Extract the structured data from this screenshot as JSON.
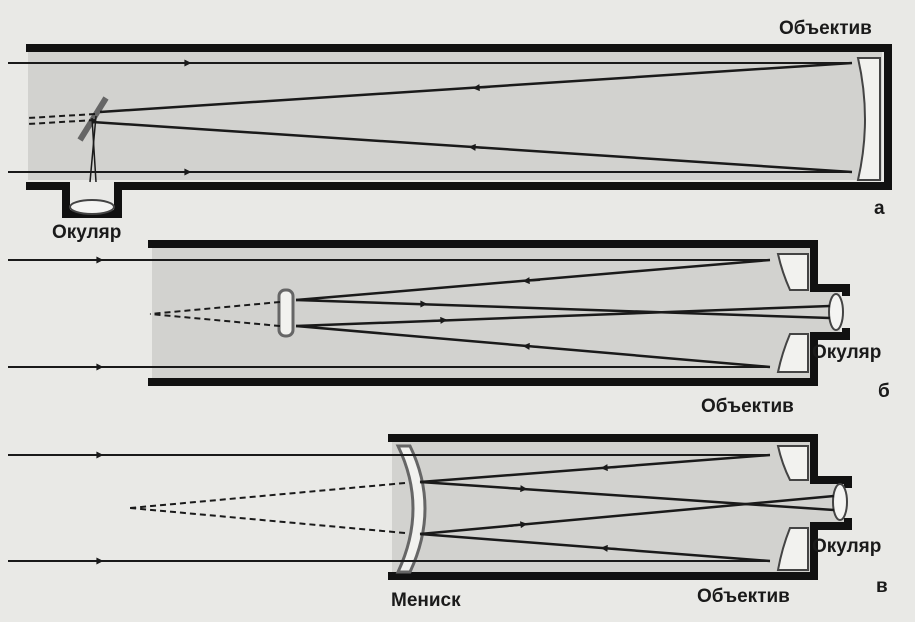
{
  "labels": {
    "panel_a": {
      "objective": "Объектив",
      "eyepiece": "Окуляр",
      "letter": "а"
    },
    "panel_b": {
      "objective": "Объектив",
      "eyepiece": "Окуляр",
      "letter": "б"
    },
    "panel_c": {
      "objective": "Объектив",
      "eyepiece": "Окуляр",
      "meniscus": "Мениск",
      "letter": "в"
    }
  },
  "colors": {
    "tube_wall": "#111111",
    "tube_interior": "#d2d2cf",
    "background": "#e9e9e6",
    "ray": "#1a1a1a"
  }
}
